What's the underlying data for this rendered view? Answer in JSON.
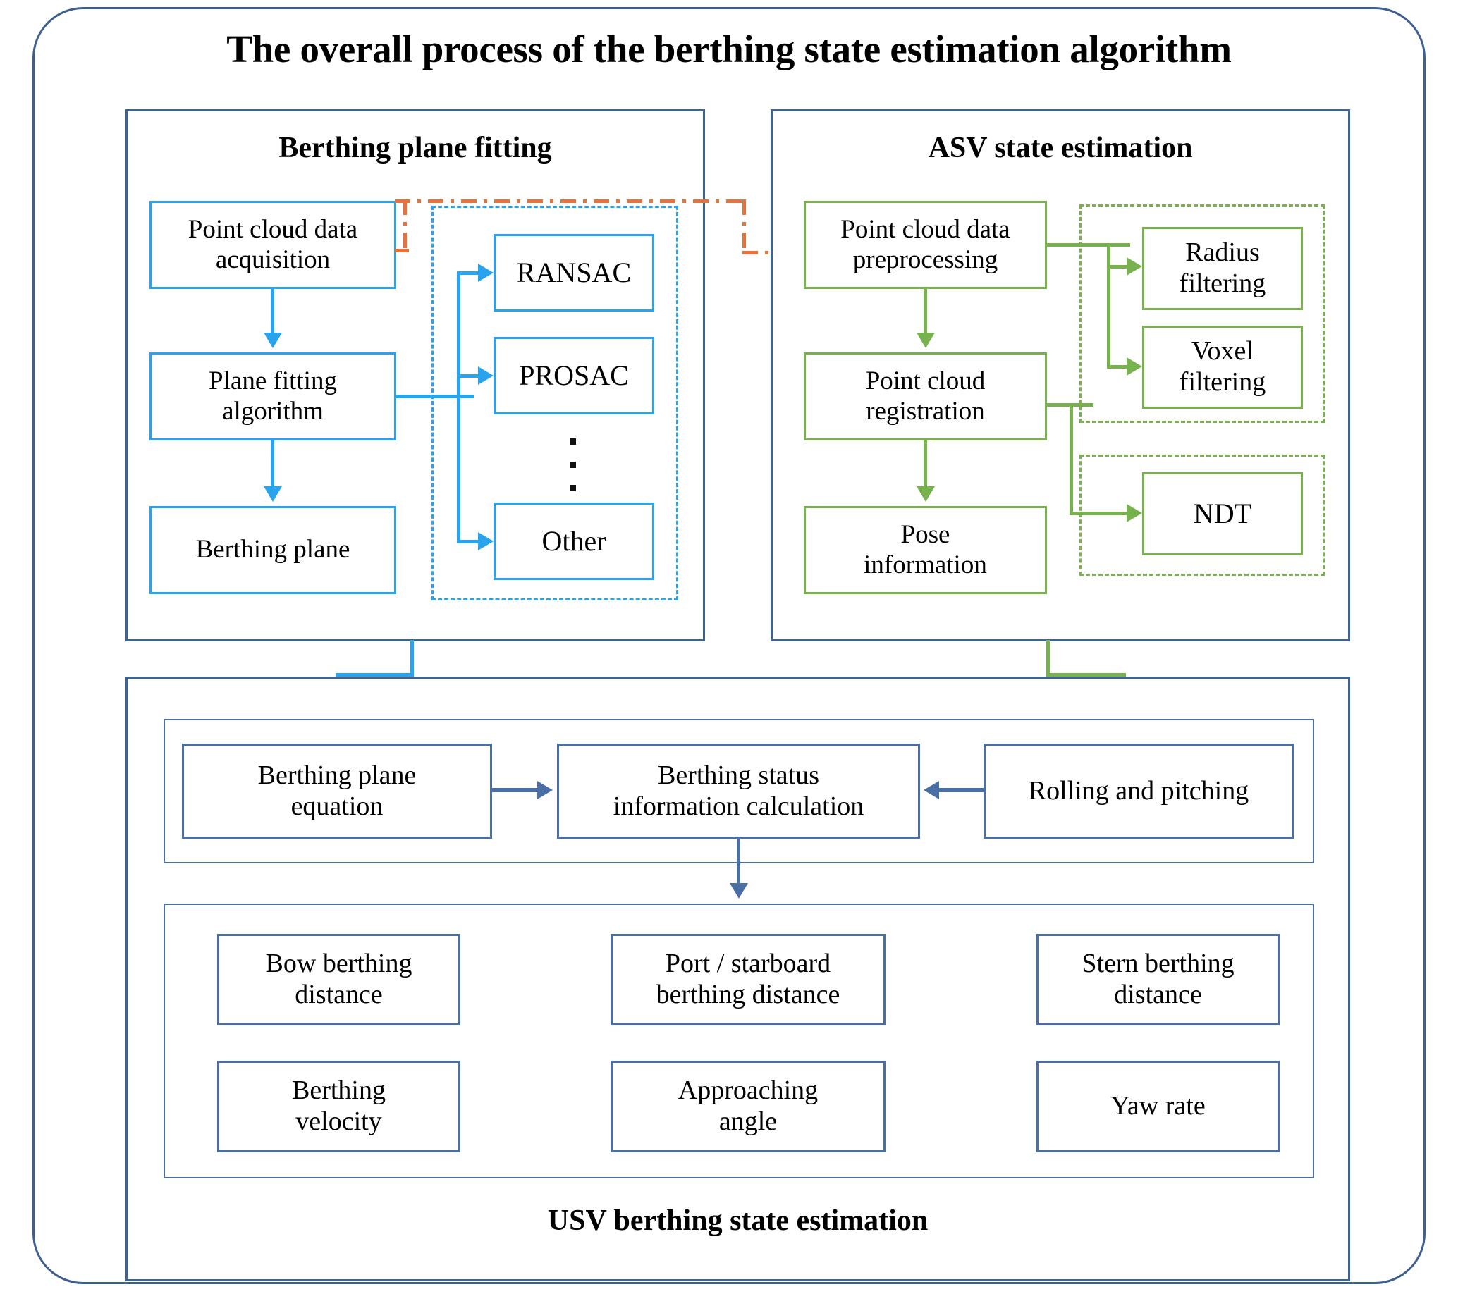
{
  "title": "The overall process of the berthing state estimation algorithm",
  "panels": {
    "berthing_plane_fitting": {
      "heading": "Berthing plane fitting",
      "nodes": [
        {
          "id": "point-cloud-data-acquisition",
          "label": "Point cloud data\nacquisition"
        },
        {
          "id": "plane-fitting-algorithm",
          "label": "Plane fitting\nalgorithm"
        },
        {
          "id": "berthing-plane",
          "label": "Berthing plane"
        }
      ],
      "algorithm_group": [
        {
          "id": "ransac",
          "label": "RANSAC"
        },
        {
          "id": "prosac",
          "label": "PROSAC"
        },
        {
          "id": "other",
          "label": "Other"
        }
      ],
      "ellipsis": "⋮"
    },
    "asv_state_estimation": {
      "heading": "ASV state estimation",
      "nodes": [
        {
          "id": "point-cloud-data-preprocessing",
          "label": "Point cloud data\npreprocessing"
        },
        {
          "id": "point-cloud-registration",
          "label": "Point cloud\nregistration"
        },
        {
          "id": "pose-information",
          "label": "Pose\ninformation"
        }
      ],
      "filter_group": [
        {
          "id": "radius-filtering",
          "label": "Radius\nfiltering"
        },
        {
          "id": "voxel-filtering",
          "label": "Voxel\nfiltering"
        }
      ],
      "registration_group": [
        {
          "id": "ndt",
          "label": "NDT"
        }
      ]
    },
    "usv_berthing_state_estimation": {
      "caption": "USV berthing state estimation",
      "calc_row": [
        {
          "id": "berthing-plane-equation",
          "label": "Berthing plane\nequation"
        },
        {
          "id": "berthing-status-information-calculation",
          "label": "Berthing status\ninformation calculation"
        },
        {
          "id": "rolling-and-pitching",
          "label": "Rolling and pitching"
        }
      ],
      "outputs": [
        {
          "id": "bow-berthing-distance",
          "label": "Bow berthing\ndistance"
        },
        {
          "id": "port-starboard-berthing-distance",
          "label": "Port / starboard\nberthing distance"
        },
        {
          "id": "stern-berthing-distance",
          "label": "Stern berthing\ndistance"
        },
        {
          "id": "berthing-velocity",
          "label": "Berthing\nvelocity"
        },
        {
          "id": "approaching-angle",
          "label": "Approaching\nangle"
        },
        {
          "id": "yaw-rate",
          "label": "Yaw rate"
        }
      ]
    }
  },
  "colors": {
    "frame_navy": "#3f5f8f",
    "panel_border": "#3b6395",
    "blue_flow": "#29a3ec",
    "green_flow": "#77b24f",
    "orange_flow": "#e8733a",
    "navy_flow": "#4a6fa5",
    "background": "#ffffff"
  }
}
